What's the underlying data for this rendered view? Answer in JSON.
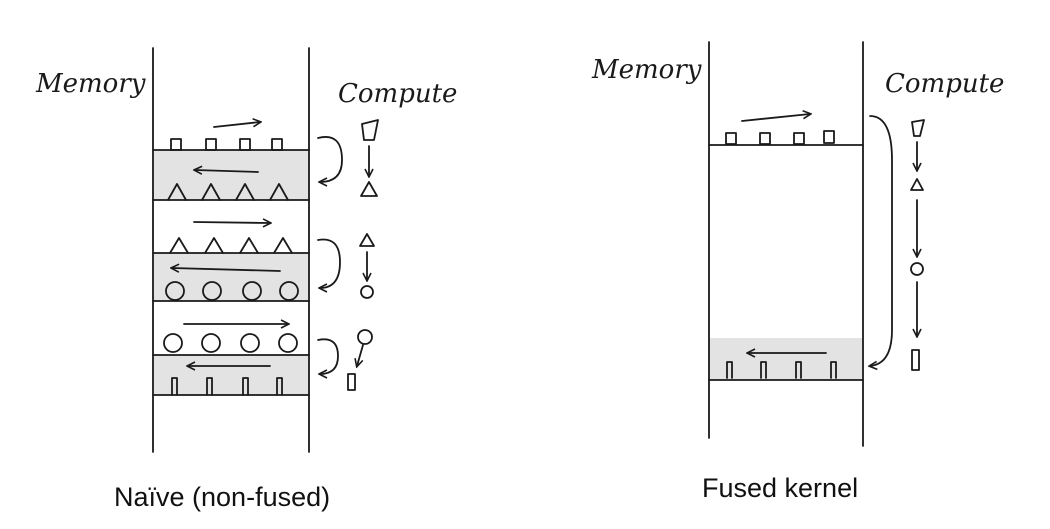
{
  "left_panel": {
    "memory_label": "Memory",
    "compute_label": "Compute",
    "caption": "Naïve (non-fused)"
  },
  "right_panel": {
    "memory_label": "Memory",
    "compute_label": "Compute",
    "caption": "Fused kernel"
  },
  "colors": {
    "ink": "#1a1a1a",
    "band": "#e3e3e3",
    "background": "#ffffff"
  }
}
